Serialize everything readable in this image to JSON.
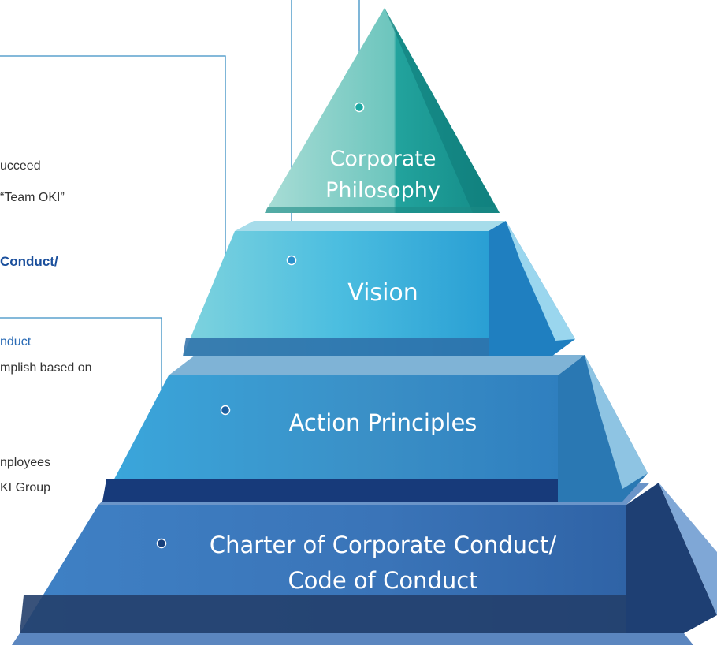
{
  "left_texts": {
    "t1": "ucceed",
    "t2": "“Team OKI”",
    "t3": "Conduct/",
    "t4": "nduct",
    "t5": "mplish based on",
    "t6": "nployees",
    "t7": "KI Group"
  },
  "tiers": {
    "philosophy_line1": "Corporate",
    "philosophy_line2": "Philosophy",
    "vision": "Vision",
    "action": "Action Principles",
    "charter_line1": "Charter of Corporate Conduct/",
    "charter_line2": "Code of Conduct"
  },
  "colors": {
    "philosophy": "#7ccfc6",
    "vision": "#52c0db",
    "action": "#3d98cf",
    "charter": "#3d7cbd",
    "connector": "#3a8fc4"
  }
}
